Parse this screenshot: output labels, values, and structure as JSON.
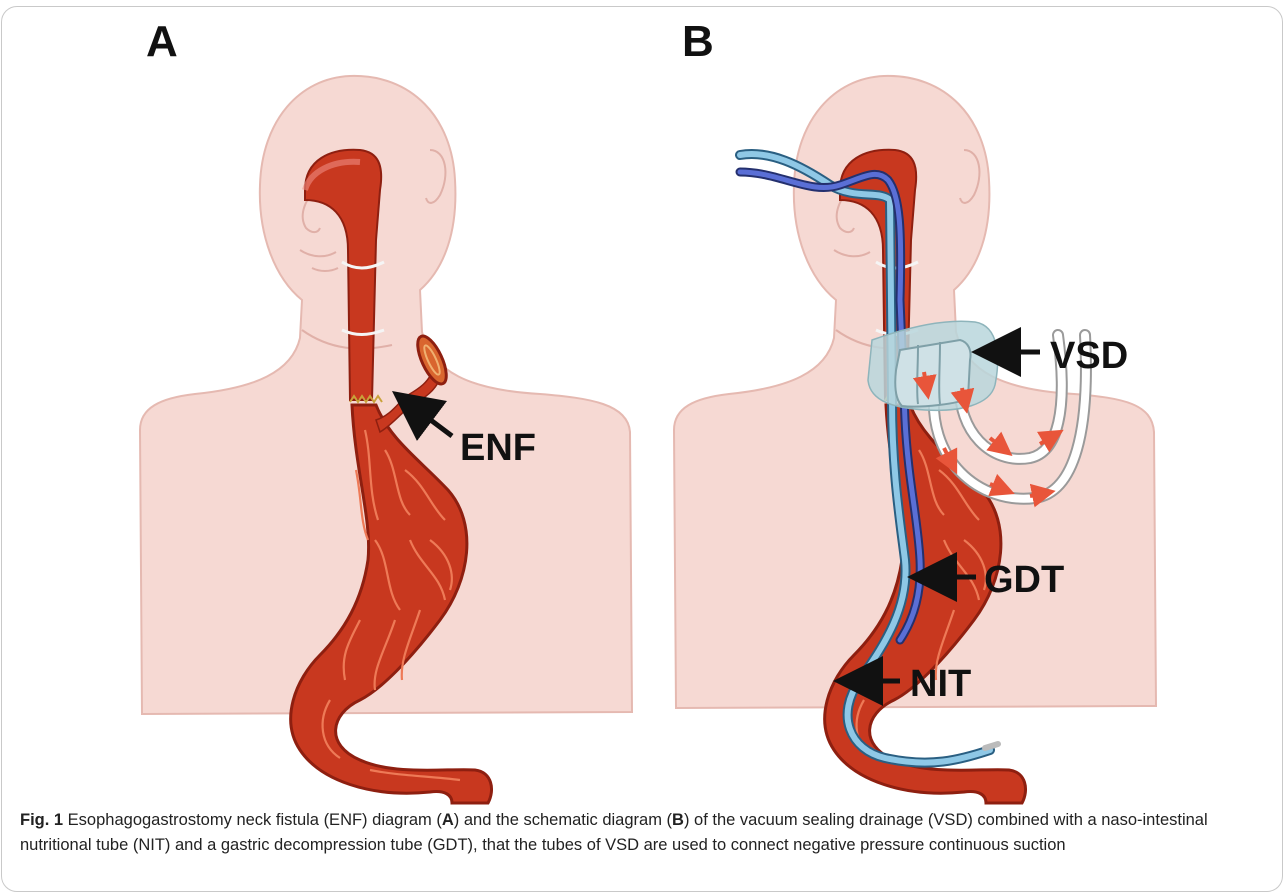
{
  "panels": {
    "a_label": "A",
    "b_label": "B"
  },
  "callouts": {
    "enf": "ENF",
    "vsd": "VSD",
    "gdt": "GDT",
    "nit": "NIT"
  },
  "caption": {
    "label": "Fig. 1",
    "t1": "  Esophagogastrostomy neck fistula (ENF) diagram (",
    "a": "A",
    "t2": ") and the schematic diagram (",
    "b": "B",
    "t3": ") of the vacuum sealing drainage (VSD) combined with a naso-intestinal nutritional tube (NIT) and a gastric decompression tube (GDT), that the tubes of VSD are used to connect negative pressure continuous suction"
  },
  "colors": {
    "body_fill": "#f6d9d3",
    "body_outline": "#e5b9b1",
    "esophagus": "#c8381f",
    "esophagus_dark": "#8e1f10",
    "stomach_fold": "#ee7a57",
    "blue_tube": "#5a6fd6",
    "light_tube": "#8fc8e6",
    "vsd_pad": "#b8d6dc",
    "arrow": "#111111"
  }
}
